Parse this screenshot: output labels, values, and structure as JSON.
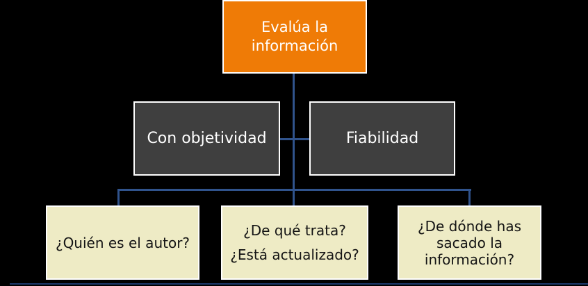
{
  "canvas": {
    "background": "#000000"
  },
  "colors": {
    "root_fill": "#EF7B06",
    "branch_fill": "#3F3F3F",
    "leaf_fill": "#EEEBC5",
    "connector": "#30538C",
    "box_border": "#FFFFFF",
    "root_text": "#FFFFFF",
    "branch_text": "#FFFFFF",
    "leaf_text": "#141414",
    "bottom_rule": "#1C3A6D"
  },
  "diagram": {
    "root": {
      "label": "Evalúa la información"
    },
    "branches": [
      {
        "label": "Con objetividad"
      },
      {
        "label": "Fiabilidad"
      }
    ],
    "leaves": [
      {
        "paragraphs": [
          "¿Quién es el autor?"
        ]
      },
      {
        "paragraphs": [
          "¿De qué trata?",
          "¿Está actualizado?"
        ]
      },
      {
        "paragraphs": [
          "¿De dónde has sacado la información?"
        ]
      }
    ]
  }
}
